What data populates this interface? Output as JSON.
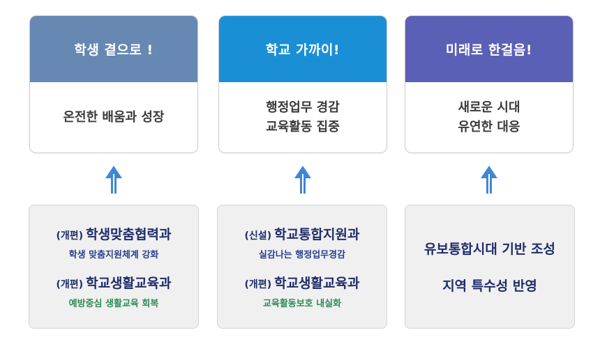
{
  "colors": {
    "header_1": "#6688b3",
    "header_2": "#1a8fd6",
    "header_3": "#5a60b5",
    "arrow": "#3f87d4",
    "text_navy": "#1f2c6b",
    "text_green": "#2e8b57"
  },
  "goals": [
    {
      "title": "학생 곁으로 !",
      "lines": [
        "온전한 배움과 성장"
      ]
    },
    {
      "title": "학교 가까이!",
      "lines": [
        "행정업무 경감",
        "교육활동 집중"
      ]
    },
    {
      "title": "미래로 한걸음!",
      "lines": [
        "새로운 시대",
        "유연한 대응"
      ]
    }
  ],
  "actions": [
    {
      "items": [
        {
          "tag": "(개편)",
          "name": "학생맞춤협력과",
          "sub": "학생 맞춤지원체계 강화"
        },
        {
          "tag": "(개편)",
          "name": "학교생활교육과",
          "sub": "예방중심 생활교육 회복"
        }
      ]
    },
    {
      "items": [
        {
          "tag": "(신설)",
          "name": "학교통합지원과",
          "sub": "실감나는 행정업무경감"
        },
        {
          "tag": "(개편)",
          "name": "학교생활교육과",
          "sub": "교육활동보호 내실화"
        }
      ]
    },
    {
      "lines": [
        "유보통합시대 기반 조성",
        "지역 특수성 반영"
      ]
    }
  ]
}
